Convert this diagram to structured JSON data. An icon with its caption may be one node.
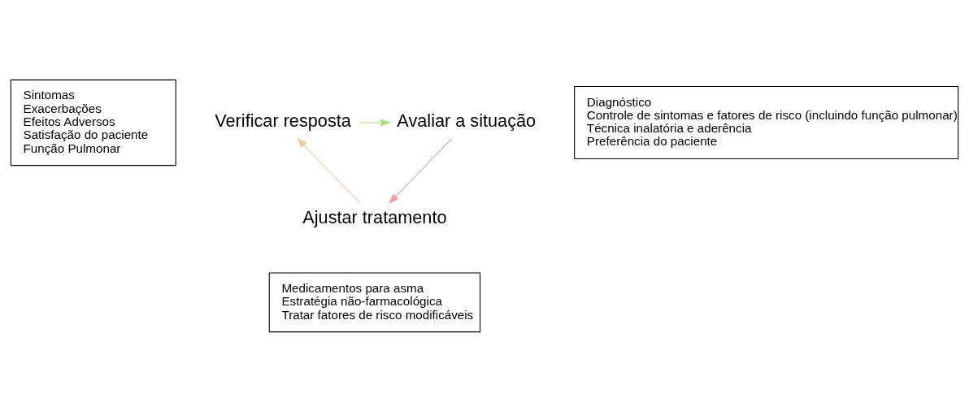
{
  "diagram": {
    "nodes": [
      {
        "text": [
          "Sintomas",
          "Exacerbações",
          "Efeitos Adversos",
          "Satisfação do paciente",
          "Função Pulmonar"
        ]
      },
      {
        "text": [
          "Verificar resposta"
        ]
      },
      {
        "text": [
          "Avaliar a situação"
        ]
      },
      {
        "text": [
          "Diagnóstico",
          "Controle de sintomas e fatores de risco (incluindo função pulmonar)",
          "Técnica inalatória e aderência",
          "Preferência do paciente"
        ]
      },
      {
        "text": [
          "Ajustar tratamento"
        ]
      },
      {
        "text": [
          "Medicamentos para asma",
          "Estratégia não-farmacológica",
          "Tratar fatores de risco modificáveis"
        ]
      }
    ],
    "edges": [
      {
        "from": 1,
        "to": 2,
        "arrow": "to",
        "color": "#a9e47f"
      },
      {
        "from": 2,
        "to": 4,
        "arrow": "to",
        "color": "#f29a9a"
      },
      {
        "from": 4,
        "to": 1,
        "arrow": "to",
        "color": "#f8c98f"
      }
    ]
  }
}
